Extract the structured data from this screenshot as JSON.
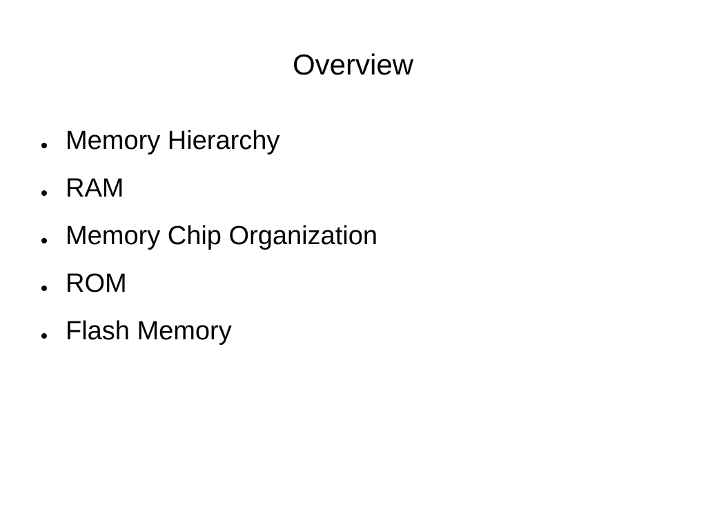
{
  "slide": {
    "title": "Overview",
    "bullets": [
      "Memory Hierarchy",
      "RAM",
      "Memory Chip Organization",
      "ROM",
      "Flash Memory"
    ]
  }
}
